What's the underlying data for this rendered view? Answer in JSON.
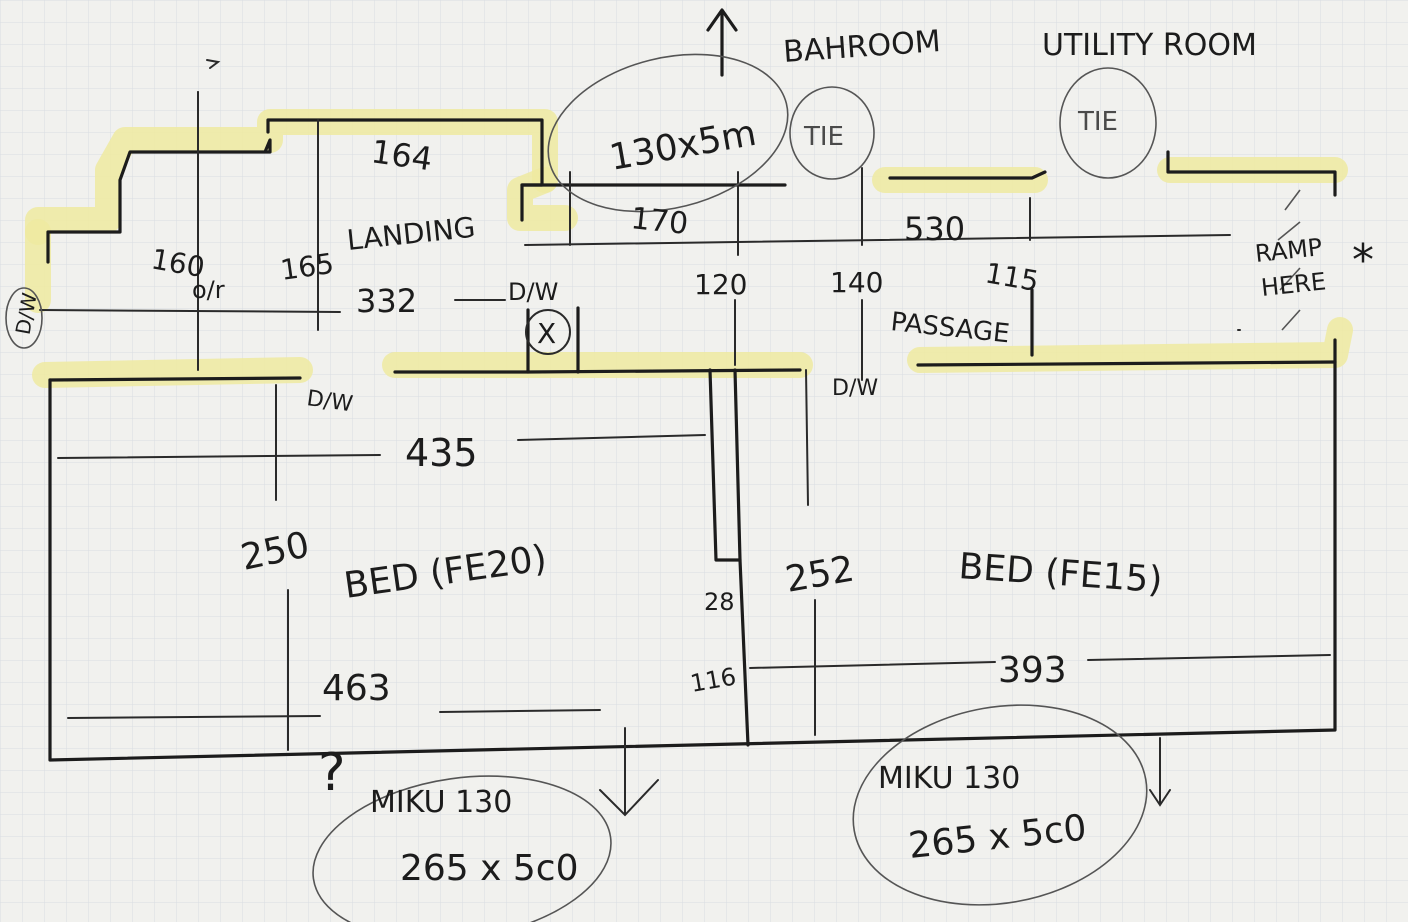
{
  "labels": {
    "bathroom": "BAHROOM",
    "utility_room": "UTILITY ROOM",
    "tie_left": "TIE",
    "tie_right": "TIE",
    "bathroom_size": "130x5m",
    "landing": "LANDING",
    "passage": "PASSAGE",
    "ramp_here_1": "RAMP",
    "ramp_here_2": "HERE",
    "asterisk": "*",
    "bed_left": "BED (FE20)",
    "bed_right": "BED (FE15)",
    "mirror_left_1": "MIKU 130",
    "mirror_left_2": "265 x 5c0",
    "mirror_right_1": "MIKU 130",
    "mirror_right_2": "265 x 5c0",
    "question_mark": "?",
    "door_left_edge": "D/W",
    "door_landing": "D/W",
    "door_landing_lower": "D/W",
    "door_passage_lower": "D/W",
    "circle_x": "X",
    "o_r": "o/r"
  },
  "dimensions": {
    "d160": "160",
    "d165": "165",
    "d164": "164",
    "d332": "332",
    "d170": "170",
    "d530": "530",
    "d120": "120",
    "d140": "140",
    "d115": "115",
    "d435": "435",
    "d250": "250",
    "d463": "463",
    "d28": "28",
    "d116": "116",
    "d252": "252",
    "d393": "393"
  },
  "colors": {
    "ink": "#1c1c1c",
    "pencil": "#555555",
    "highlighter": "#efeaa0",
    "paper": "#f1f1ee",
    "grid": "#d9dde2"
  }
}
